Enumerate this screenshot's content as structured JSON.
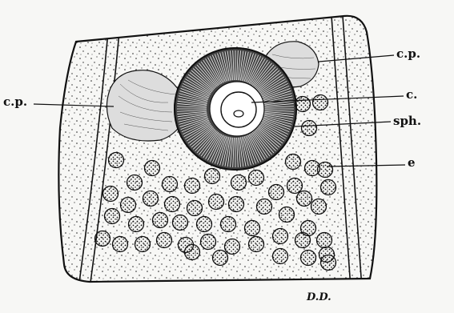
{
  "figure": {
    "labels": {
      "cp_right": "c.p.",
      "cp_left": "c.p.",
      "centrosome": "c.",
      "sphere": "sph.",
      "egg": "e"
    },
    "signature": "D.D."
  }
}
